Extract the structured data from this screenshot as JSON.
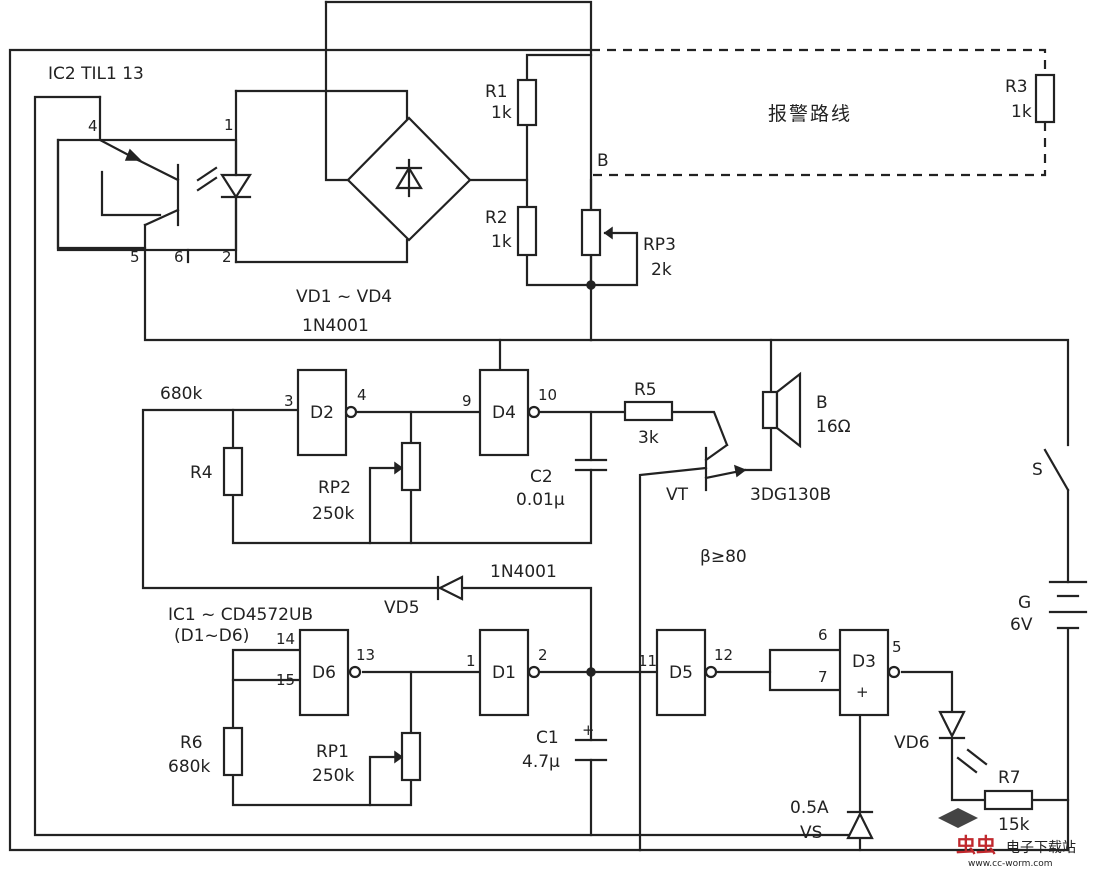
{
  "labels": {
    "ic2": "IC2 TIL1 13",
    "r1_name": "R1",
    "r1_val": "1k",
    "r2_name": "R2",
    "r2_val": "1k",
    "r3_name": "R3",
    "r3_val": "1k",
    "rp3_name": "RP3",
    "rp3_val": "2k",
    "alarm_line": "报警路线",
    "b_node": "B",
    "bridge_name": "VD1 ~ VD4",
    "bridge_part": "1N4001",
    "r4_val": "680k",
    "r4_name": "R4",
    "rp2_name": "RP2",
    "rp2_val": "250k",
    "c2_name": "C2",
    "c2_val": "0.01μ",
    "r5_name": "R5",
    "r5_val": "3k",
    "speaker_name": "B",
    "speaker_val": "16Ω",
    "vt_name": "VT",
    "vt_part": "3DG130B",
    "beta": "β≥80",
    "switch_name": "S",
    "battery_name": "G",
    "battery_val": "6V",
    "vd5_name": "VD5",
    "vd5_part": "1N4001",
    "ic1": "IC1 ~ CD4572UB",
    "ic1_gates": "(D1~D6)",
    "r6_name": "R6",
    "r6_val": "680k",
    "rp1_name": "RP1",
    "rp1_val": "250k",
    "c1_name": "C1",
    "c1_val": "4.7μ",
    "vs_val": "0.5A",
    "vs_name": "VS",
    "vd6_name": "VD6",
    "r7_name": "R7",
    "r7_val": "15k",
    "d3_plus": "+"
  },
  "gates": {
    "d1": "D1",
    "d2": "D2",
    "d3": "D3",
    "d4": "D4",
    "d5": "D5",
    "d6": "D6"
  },
  "pins": {
    "p1": "1",
    "p2": "2",
    "p4": "4",
    "p5": "5",
    "p6": "6",
    "d2_in": "3",
    "d2_out": "4",
    "d4_in": "9",
    "d4_out": "10",
    "d6_in_a": "14",
    "d6_in_b": "15",
    "d6_out": "13",
    "d1_in": "1",
    "d1_out": "2",
    "d5_in": "11",
    "d5_out": "12",
    "d3_in_a": "6",
    "d3_in_b": "7",
    "d3_out": "5"
  },
  "watermark": {
    "brand": "虫虫",
    "site": "电子下载站",
    "url": "www.cc-worm.com"
  }
}
